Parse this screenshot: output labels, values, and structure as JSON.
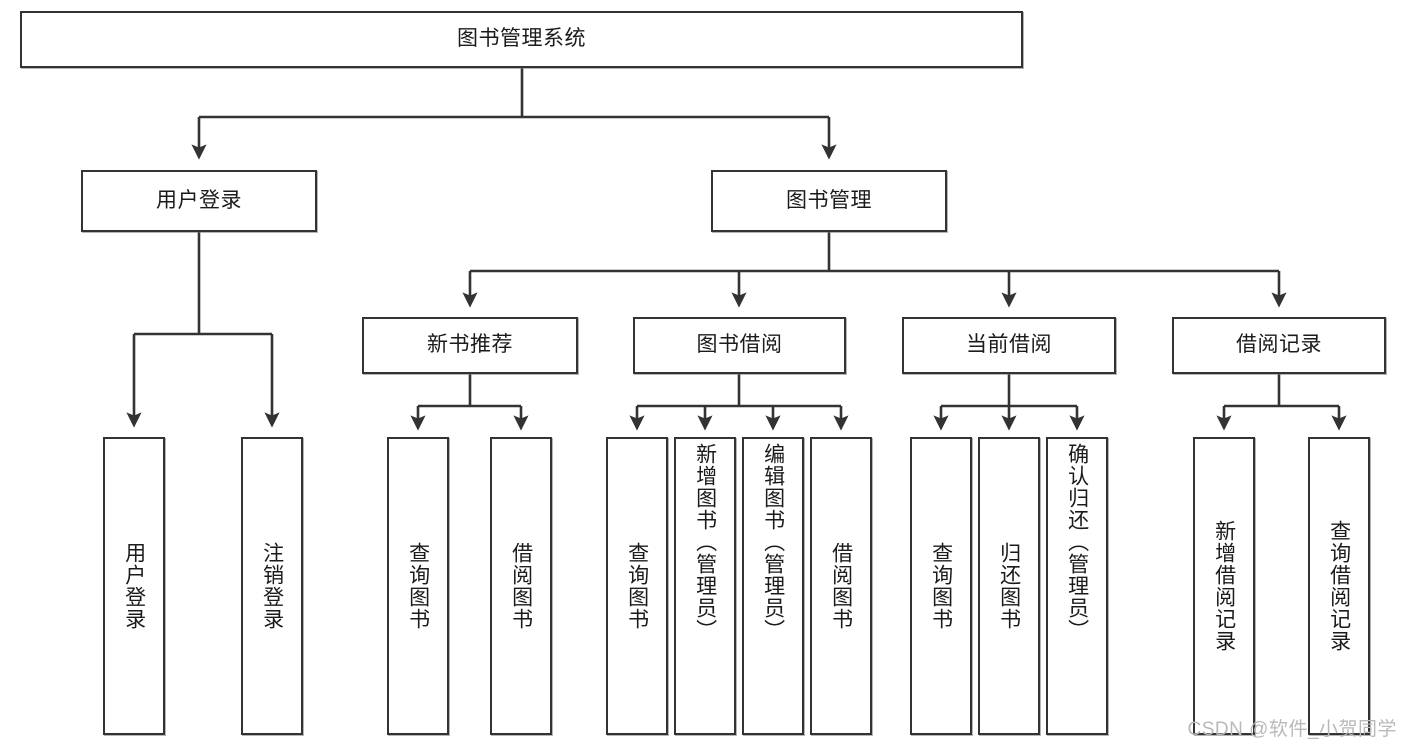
{
  "diagram": {
    "type": "tree-hierarchy-chart",
    "title": "图书管理系统",
    "watermark": "CSDN @软件_小贺同学",
    "colors": {
      "background": "#ffffff",
      "node_fill": "#ffffff",
      "node_border": "#333333",
      "link": "#333333",
      "text": "#1b1b1b",
      "watermark": "#b9b9b9"
    },
    "nodes": {
      "root": {
        "label": "图书管理系统"
      },
      "level1": [
        {
          "id": "user-login",
          "label": "用户登录"
        },
        {
          "id": "book-management",
          "label": "图书管理"
        }
      ],
      "level2": [
        {
          "id": "new-book-recommend",
          "label": "新书推荐"
        },
        {
          "id": "book-borrow",
          "label": "图书借阅"
        },
        {
          "id": "current-borrow",
          "label": "当前借阅"
        },
        {
          "id": "borrow-record",
          "label": "借阅记录"
        }
      ],
      "leaves": {
        "user-login": [
          {
            "id": "leaf-user-login",
            "label": "用户登录"
          },
          {
            "id": "leaf-logout-login",
            "label": "注销登录"
          }
        ],
        "new-book-recommend": [
          {
            "id": "leaf-query-book-1",
            "label": "查询图书"
          },
          {
            "id": "leaf-borrow-book-1",
            "label": "借阅图书"
          }
        ],
        "book-borrow": [
          {
            "id": "leaf-query-book-2",
            "label": "查询图书"
          },
          {
            "id": "leaf-add-book",
            "label": "新增图书（管理员）"
          },
          {
            "id": "leaf-edit-book",
            "label": "编辑图书（管理员）"
          },
          {
            "id": "leaf-borrow-book-2",
            "label": "借阅图书"
          }
        ],
        "current-borrow": [
          {
            "id": "leaf-query-book-3",
            "label": "查询图书"
          },
          {
            "id": "leaf-return-book",
            "label": "归还图书"
          },
          {
            "id": "leaf-confirm-return",
            "label": "确认归还（管理员）"
          }
        ],
        "borrow-record": [
          {
            "id": "leaf-add-record",
            "label": "新增借阅记录"
          },
          {
            "id": "leaf-query-record",
            "label": "查询借阅记录"
          }
        ]
      }
    }
  }
}
